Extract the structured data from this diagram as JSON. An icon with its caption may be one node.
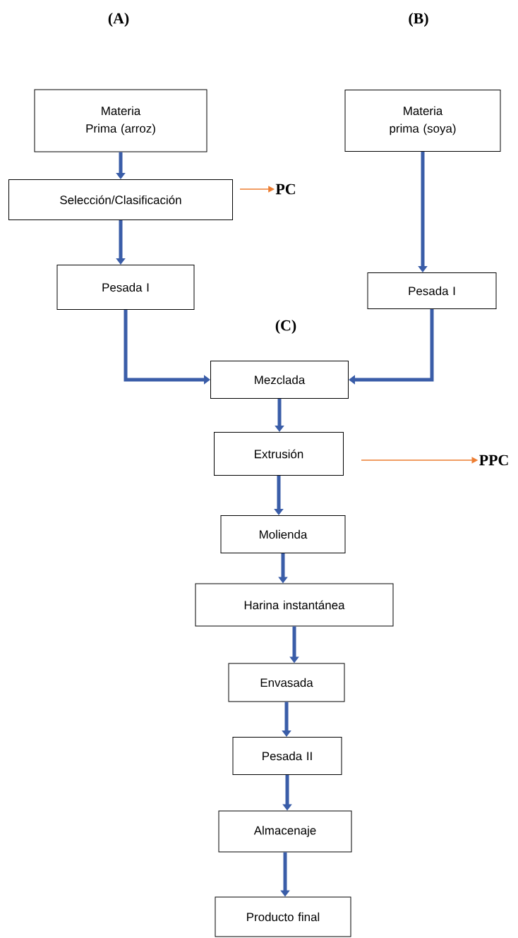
{
  "diagram": {
    "nodes": [
      {
        "text": [
          "Materia Prima (arroz)"
        ]
      },
      {
        "text": [
          "Selección/Clasificación"
        ]
      },
      {
        "text": [
          "Pesada I"
        ]
      },
      {
        "text": [
          "Materia prima (soya)"
        ]
      },
      {
        "text": [
          "Pesada I"
        ]
      },
      {
        "text": [
          "Mezclada"
        ]
      },
      {
        "text": [
          "Extrusión"
        ]
      },
      {
        "text": [
          "Molienda"
        ]
      },
      {
        "text": [
          "Harina instantánea"
        ]
      },
      {
        "text": [
          "Envasada"
        ]
      },
      {
        "text": [
          "Pesada II"
        ]
      },
      {
        "text": [
          "Almacenaje"
        ]
      },
      {
        "text": [
          "Producto final"
        ]
      },
      {
        "text": [
          "PC"
        ]
      },
      {
        "text": [
          "PPC"
        ]
      }
    ],
    "edges": [
      {
        "from": 0,
        "to": 1,
        "arrow": "to"
      },
      {
        "from": 1,
        "to": 2,
        "arrow": "to"
      },
      {
        "from": 2,
        "to": 5,
        "arrow": "to"
      },
      {
        "from": 3,
        "to": 4,
        "arrow": "to"
      },
      {
        "from": 4,
        "to": 5,
        "arrow": "to"
      },
      {
        "from": 5,
        "to": 6,
        "arrow": "to"
      },
      {
        "from": 6,
        "to": 7,
        "arrow": "to"
      },
      {
        "from": 7,
        "to": 8,
        "arrow": "to"
      },
      {
        "from": 8,
        "to": 9,
        "arrow": "to"
      },
      {
        "from": 9,
        "to": 10,
        "arrow": "to"
      },
      {
        "from": 10,
        "to": 11,
        "arrow": "to"
      },
      {
        "from": 11,
        "to": 12,
        "arrow": "to"
      },
      {
        "from": 1,
        "to": 13,
        "arrow": "to",
        "color": "#ed7d31"
      },
      {
        "from": null,
        "to": 14,
        "arrow": "to",
        "color": "#ed7d31"
      }
    ],
    "labels": [
      "(A)",
      "(B)",
      "(C)"
    ]
  }
}
